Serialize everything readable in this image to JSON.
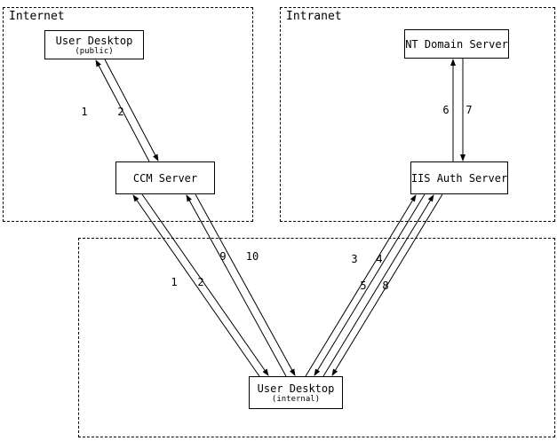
{
  "diagram": {
    "zones": {
      "internet": {
        "label": "Internet"
      },
      "intranet": {
        "label": "Intranet"
      }
    },
    "nodes": {
      "user_desktop_public": {
        "title": "User Desktop",
        "subtitle": "(public)"
      },
      "ccm_server": {
        "title": "CCM Server"
      },
      "nt_domain_server": {
        "title": "NT Domain Server"
      },
      "iis_auth_server": {
        "title": "IIS Auth Server"
      },
      "user_desktop_internal": {
        "title": "User Desktop",
        "subtitle": "(internal)"
      }
    },
    "edge_labels": {
      "pub_ccm_1": "1",
      "pub_ccm_2": "2",
      "nt_iis_6": "6",
      "nt_iis_7": "7",
      "ccm_int_1": "1",
      "ccm_int_2": "2",
      "ccm_int_9": "9",
      "ccm_int_10": "10",
      "iis_int_3": "3",
      "iis_int_4": "4",
      "iis_int_5": "5",
      "iis_int_8": "8"
    },
    "colors": {
      "line": "#000000",
      "background": "#ffffff"
    }
  }
}
